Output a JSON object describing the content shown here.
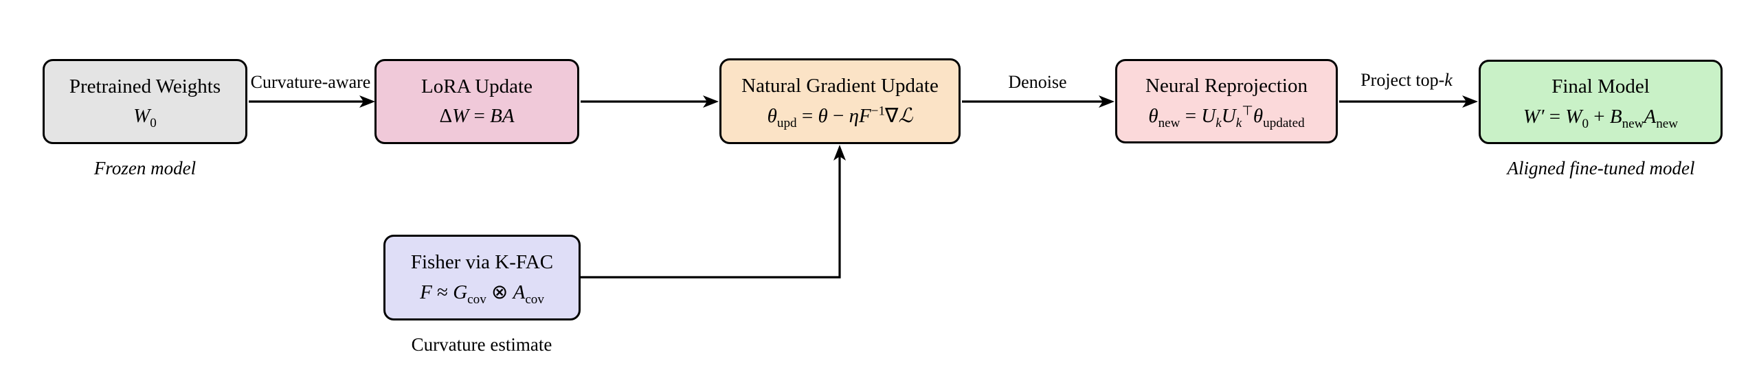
{
  "canvas": {
    "background": "#ffffff",
    "stroke_color": "#000000",
    "text_color": "#000000"
  },
  "boxes": [
    {
      "id": "pretrained-weights",
      "title": "Pretrained Weights",
      "fill": "#e4e4e4",
      "formula": [
        {
          "k": "var",
          "t": "W"
        },
        {
          "k": "sub",
          "t": "0"
        }
      ],
      "caption": "Frozen model"
    },
    {
      "id": "lora-update",
      "title": "LoRA Update",
      "fill": "#f0c9d9",
      "formula": [
        {
          "k": "plain",
          "t": "Δ"
        },
        {
          "k": "var",
          "t": "W"
        },
        {
          "k": "plain",
          "t": " = "
        },
        {
          "k": "var",
          "t": "BA"
        }
      ]
    },
    {
      "id": "natural-gradient-update",
      "title": "Natural Gradient Update",
      "fill": "#fbe3c6",
      "formula": [
        {
          "k": "var",
          "t": "θ"
        },
        {
          "k": "sub",
          "t": "upd"
        },
        {
          "k": "plain",
          "t": " = "
        },
        {
          "k": "var",
          "t": "θ"
        },
        {
          "k": "plain",
          "t": " − "
        },
        {
          "k": "var",
          "t": "ηF"
        },
        {
          "k": "sup",
          "t": "−1"
        },
        {
          "k": "plain",
          "t": "∇"
        },
        {
          "k": "var",
          "t": "ℒ"
        }
      ]
    },
    {
      "id": "neural-reprojection",
      "title": "Neural Reprojection",
      "fill": "#fbd9da",
      "formula": [
        {
          "k": "var",
          "t": "θ"
        },
        {
          "k": "sub",
          "t": "new"
        },
        {
          "k": "plain",
          "t": " = "
        },
        {
          "k": "var",
          "t": "U"
        },
        {
          "k": "subi",
          "t": "k"
        },
        {
          "k": "var",
          "t": "U"
        },
        {
          "k": "subi",
          "t": "k"
        },
        {
          "k": "sup",
          "t": "⊤"
        },
        {
          "k": "var",
          "t": "θ"
        },
        {
          "k": "sub",
          "t": "updated"
        }
      ]
    },
    {
      "id": "final-model",
      "title": "Final Model",
      "fill": "#c9f1c7",
      "formula": [
        {
          "k": "var",
          "t": "W′"
        },
        {
          "k": "plain",
          "t": " = "
        },
        {
          "k": "var",
          "t": "W"
        },
        {
          "k": "sub",
          "t": "0"
        },
        {
          "k": "plain",
          "t": " + "
        },
        {
          "k": "var",
          "t": "B"
        },
        {
          "k": "sub",
          "t": "new"
        },
        {
          "k": "var",
          "t": "A"
        },
        {
          "k": "sub",
          "t": "new"
        }
      ],
      "caption": "Aligned fine-tuned model"
    },
    {
      "id": "fisher-kfac",
      "title": "Fisher via K-FAC",
      "fill": "#dfdef7",
      "formula": [
        {
          "k": "var",
          "t": "F"
        },
        {
          "k": "plain",
          "t": " ≈ "
        },
        {
          "k": "var",
          "t": "G"
        },
        {
          "k": "sub",
          "t": "cov"
        },
        {
          "k": "plain",
          "t": " ⊗ "
        },
        {
          "k": "var",
          "t": "A"
        },
        {
          "k": "sub",
          "t": "cov"
        }
      ],
      "caption": "Curvature estimate"
    }
  ],
  "edges": [
    {
      "id": "pretrained-to-lora",
      "label": [
        {
          "k": "plain",
          "t": "Curvature-aware"
        }
      ]
    },
    {
      "id": "lora-to-natural-gradient",
      "label": []
    },
    {
      "id": "natural-gradient-to-reprojection",
      "label": [
        {
          "k": "plain",
          "t": "Denoise"
        }
      ]
    },
    {
      "id": "reprojection-to-final",
      "label": [
        {
          "k": "plain",
          "t": "Project top-"
        },
        {
          "k": "var",
          "t": "k"
        }
      ]
    },
    {
      "id": "fisher-to-natural-gradient",
      "label": []
    }
  ]
}
